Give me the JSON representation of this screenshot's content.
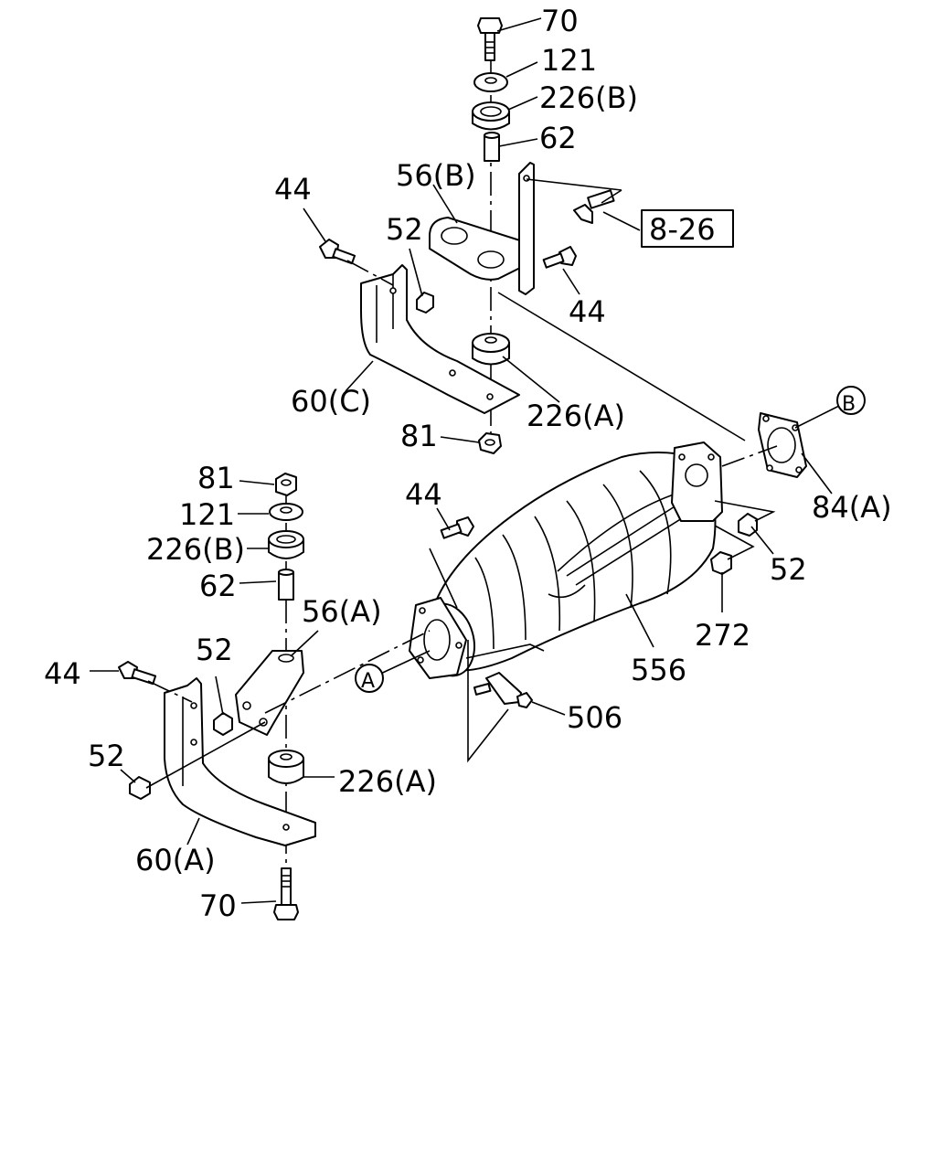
{
  "diagram": {
    "labels": {
      "top_70": "70",
      "top_121": "121",
      "top_226b": "226(B)",
      "top_62": "62",
      "top_56b": "56(B)",
      "ref_box": "8-26",
      "top_44_left": "44",
      "top_52": "52",
      "top_44_right": "44",
      "top_60c": "60(C)",
      "top_226a": "226(A)",
      "top_81": "81",
      "circle_b": "B",
      "label_84a": "84(A)",
      "mid_44": "44",
      "right_52": "52",
      "label_272": "272",
      "label_556": "556",
      "label_506": "506",
      "left_81": "81",
      "left_121": "121",
      "left_226b": "226(B)",
      "left_62": "62",
      "left_56a": "56(A)",
      "left_52_upper": "52",
      "left_44": "44",
      "circle_a": "A",
      "left_52_lower": "52",
      "left_226a": "226(A)",
      "left_60a": "60(A)",
      "bottom_70": "70"
    }
  }
}
